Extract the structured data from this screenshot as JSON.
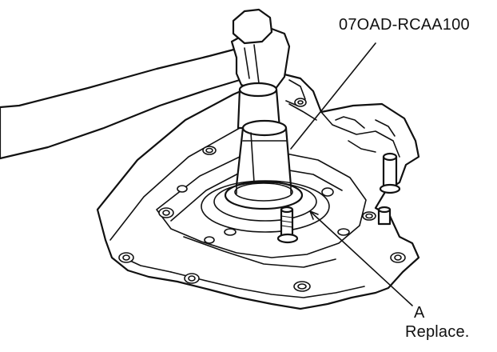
{
  "labels": {
    "tool_number": "07OAD-RCAA100",
    "part_letter": "A",
    "part_note": "Replace."
  },
  "colors": {
    "line": "#111111",
    "background": "#ffffff"
  }
}
